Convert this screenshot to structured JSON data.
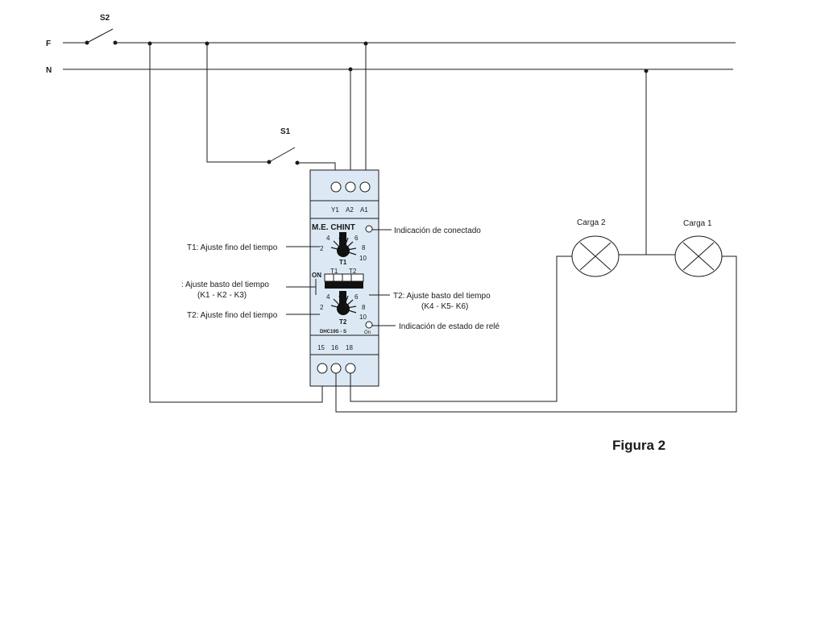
{
  "lines": {
    "phase_label": "F",
    "neutral_label": "N"
  },
  "switches": {
    "s2_label": "S2",
    "s1_label": "S1"
  },
  "relay": {
    "top_terminals": [
      "Y1",
      "A2",
      "A1"
    ],
    "brand": "M.E. CHINT",
    "dial_t1": {
      "name": "T1",
      "scale": [
        "2",
        "4",
        "6",
        "8",
        "10"
      ]
    },
    "dial_t2": {
      "name": "T2",
      "scale": [
        "2",
        "4",
        "6",
        "8",
        "10"
      ]
    },
    "switch_block": {
      "on_label": "ON",
      "t1": "T1",
      "t2": "T2"
    },
    "model": "DHC19S - S",
    "on_indicator": "On",
    "bottom_terminals": [
      "15",
      "16",
      "18"
    ]
  },
  "annotations": {
    "connected": "Indicación de conectado",
    "t1_fine": "T1: Ajuste fino del tiempo",
    "coarse_left_line1": ": Ajuste basto del tiempo",
    "coarse_left_line2": "(K1 - K2 - K3)",
    "t2_coarse_line1": "T2: Ajuste basto del tiempo",
    "t2_coarse_line2": "(K4 - K5- K6)",
    "t2_fine": "T2: Ajuste fino del tiempo",
    "relay_state": "Indicación de estado de relé"
  },
  "loads": {
    "load2": "Carga 2",
    "load1": "Carga 1"
  },
  "figure_caption": "Figura 2"
}
